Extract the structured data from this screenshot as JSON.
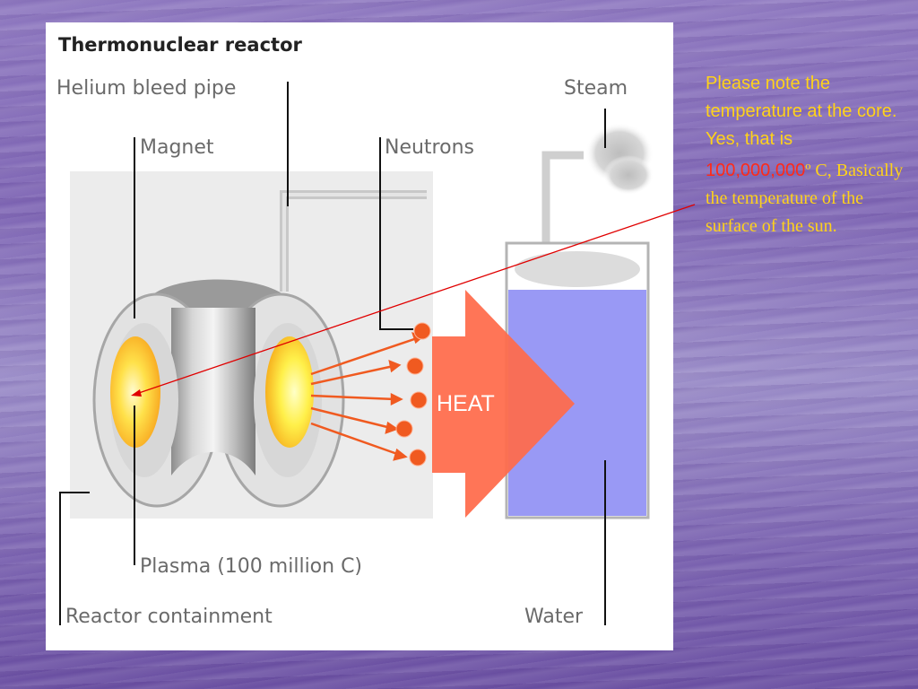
{
  "diagram": {
    "title": "Thermonuclear reactor",
    "labels": {
      "helium_bleed_pipe": "Helium bleed pipe",
      "magnet": "Magnet",
      "neutrons": "Neutrons",
      "steam": "Steam",
      "heat": "HEAT",
      "plasma": "Plasma (100 million C)",
      "reactor_containment": "Reactor containment",
      "water": "Water"
    },
    "colors": {
      "plasma": "#ffe040",
      "heat_arrow": "#ff6b4a",
      "water": "#9999f5",
      "neutron": "#f05a20",
      "containment": "#ececec"
    }
  },
  "note": {
    "intro": "Please note the temperature at the core. Yes, that is",
    "value": "100,000,000",
    "unit": "º C,",
    "rest": "Basically the temperature of the surface of the sun."
  },
  "colors": {
    "note_text": "#ffd21a",
    "highlight": "#ff2a18",
    "pointer_line": "#e00000"
  }
}
